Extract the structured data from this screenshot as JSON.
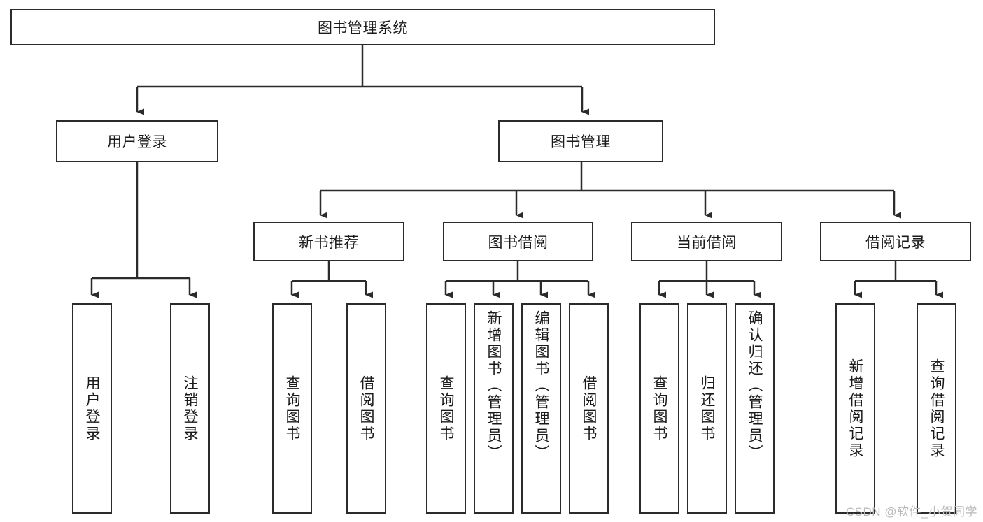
{
  "diagram": {
    "type": "hierarchy-tree",
    "title": "图书管理系统",
    "root": {
      "id": "root",
      "label": "图书管理系统"
    },
    "level2": [
      {
        "id": "user-login",
        "label": "用户登录"
      },
      {
        "id": "book-manage",
        "label": "图书管理"
      }
    ],
    "level3": [
      {
        "id": "new-book-rec",
        "label": "新书推荐"
      },
      {
        "id": "book-borrow",
        "label": "图书借阅"
      },
      {
        "id": "current-borrow",
        "label": "当前借阅"
      },
      {
        "id": "borrow-record",
        "label": "借阅记录"
      }
    ],
    "leaves": {
      "user_login": [
        {
          "id": "leaf-user-login",
          "label": "用户登录"
        },
        {
          "id": "leaf-user-logout",
          "label": "注销登录"
        }
      ],
      "new_book_rec": [
        {
          "id": "leaf-query-book-1",
          "label": "查询图书"
        },
        {
          "id": "leaf-borrow-book-1",
          "label": "借阅图书"
        }
      ],
      "book_borrow": [
        {
          "id": "leaf-query-book-2",
          "label": "查询图书"
        },
        {
          "id": "leaf-add-book",
          "label": "新增图书（管理员）"
        },
        {
          "id": "leaf-edit-book",
          "label": "编辑图书（管理员）"
        },
        {
          "id": "leaf-borrow-book-2",
          "label": "借阅图书"
        }
      ],
      "current_borrow": [
        {
          "id": "leaf-query-book-3",
          "label": "查询图书"
        },
        {
          "id": "leaf-return-book",
          "label": "归还图书"
        },
        {
          "id": "leaf-confirm-return",
          "label": "确认归还（管理员）"
        }
      ],
      "borrow_record": [
        {
          "id": "leaf-add-record",
          "label": "新增借阅记录"
        },
        {
          "id": "leaf-query-record",
          "label": "查询借阅记录"
        }
      ]
    }
  },
  "watermark": {
    "text": "CSDN @软件_小贺同学"
  },
  "colors": {
    "stroke": "#2b2b2b",
    "background": "#ffffff",
    "text": "#1a1a1a",
    "watermark": "#b9b9b9"
  }
}
